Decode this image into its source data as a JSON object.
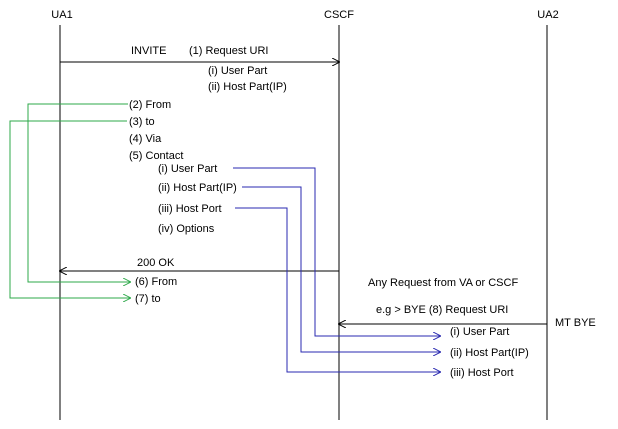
{
  "participants": {
    "ua1": "UA1",
    "cscf": "CSCF",
    "ua2": "UA2"
  },
  "invite": {
    "method": "INVITE",
    "request_uri": "(1) Request URI",
    "user_part": "(i) User Part",
    "host_part": "(ii) Host Part(IP)"
  },
  "headers": {
    "from": "(2) From",
    "to": "(3) to",
    "via": "(4) Via",
    "contact": "(5) Contact",
    "contact_user_part": "(i) User Part",
    "contact_host_part": "(ii) Host Part(IP)",
    "contact_host_port": "(iii) Host Port",
    "contact_options": "(iv) Options"
  },
  "response": {
    "status": "200 OK",
    "from": "(6) From",
    "to": "(7) to"
  },
  "mt_request": {
    "note": "Any Request from VA or CSCF",
    "example": "e.g > BYE  (8) Request URI",
    "source": "MT BYE",
    "user_part": "(i) User Part",
    "host_part": "(ii) Host Part(IP)",
    "host_port": "(iii) Host Port"
  },
  "colors": {
    "lifeline": "#000000",
    "from_to_link": "#2ea84a",
    "contact_link": "#2a2ab0"
  }
}
